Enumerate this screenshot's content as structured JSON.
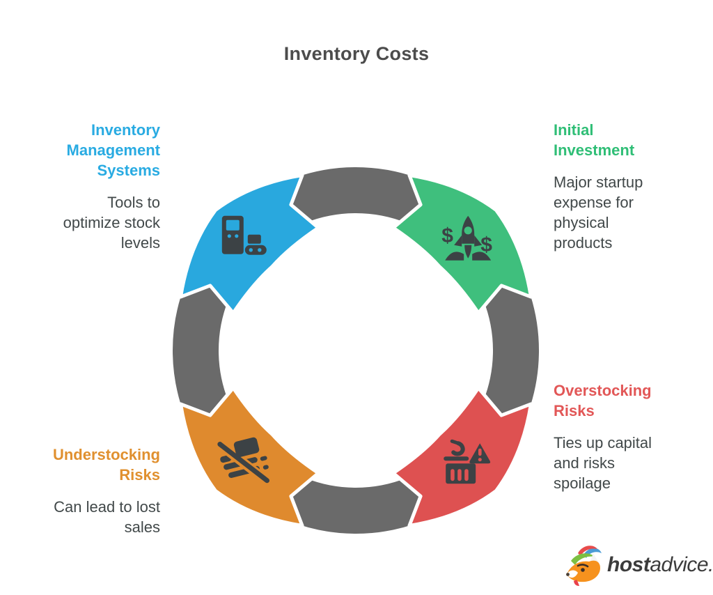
{
  "title": "Inventory Costs",
  "ring_color": "#6A6A6A",
  "icon_color": "#3C4245",
  "nodes": [
    {
      "id": "inventory-management-systems",
      "heading_lines": [
        "Inventory",
        "Management",
        "Systems"
      ],
      "body_lines": [
        "Tools to",
        "optimize stock",
        "levels"
      ],
      "heading_color": "#29ABE2",
      "color": "#29A8DE",
      "angle": -45,
      "icon": "inventory-kiosk-icon"
    },
    {
      "id": "initial-investment",
      "heading_lines": [
        "Initial",
        "Investment"
      ],
      "body_lines": [
        "Major startup",
        "expense for",
        "physical",
        "products"
      ],
      "heading_color": "#2FBE76",
      "color": "#3FBF7D",
      "angle": 45,
      "icon": "rocket-funding-icon"
    },
    {
      "id": "overstocking-risks",
      "heading_lines": [
        "Overstocking",
        "Risks"
      ],
      "body_lines": [
        "Ties up capital",
        "and risks",
        "spoilage"
      ],
      "heading_color": "#E25757",
      "color": "#DE5151",
      "angle": 135,
      "icon": "crane-container-warning-icon"
    },
    {
      "id": "understocking-risks",
      "heading_lines": [
        "Understocking",
        "Risks"
      ],
      "body_lines": [
        "Can lead to lost",
        "sales"
      ],
      "heading_color": "#E0902F",
      "color": "#DF8A2E",
      "angle": 225,
      "icon": "no-stock-icon"
    }
  ],
  "logo": {
    "bold": "host",
    "regular": "advice."
  }
}
